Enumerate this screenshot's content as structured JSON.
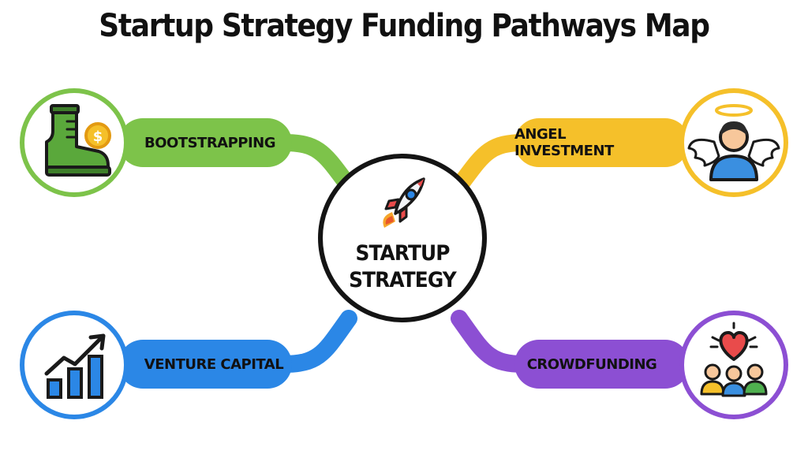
{
  "title": "Startup Strategy Funding Pathways Map",
  "center": {
    "line1": "STARTUP",
    "line2": "STRATEGY",
    "icon": "rocket-icon"
  },
  "branches": [
    {
      "label": "BOOTSTRAPPING",
      "color": "#7dc34a",
      "icon": "boot-coin-icon"
    },
    {
      "label": "ANGEL INVESTMENT",
      "color": "#f5c02a",
      "icon": "angel-person-icon"
    },
    {
      "label": "VENTURE CAPITAL",
      "color": "#2b87e6",
      "icon": "growth-chart-icon"
    },
    {
      "label": "CROWDFUNDING",
      "color": "#8c4fd3",
      "icon": "crowd-heart-icon"
    }
  ]
}
